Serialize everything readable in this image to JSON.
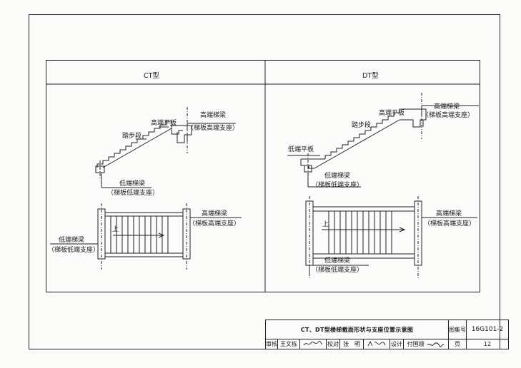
{
  "panels": {
    "left": {
      "title": "CT型",
      "section": {
        "high_platform": "高端平板",
        "high_beam": "高端梯梁",
        "high_support": "（梯板高端支座）",
        "steps": "踏步段",
        "low_beam": "低端梯梁",
        "low_support": "（梯板低端支座）"
      },
      "plan": {
        "high_beam": "高端梯梁",
        "high_support": "（梯板高端支座）",
        "low_beam": "低端梯梁",
        "low_support": "（梯板低端支座）",
        "up": "上"
      }
    },
    "right": {
      "title": "DT型",
      "section": {
        "high_platform": "高端平板",
        "high_beam": "高端梯梁",
        "high_support": "（梯板高端支座）",
        "steps": "踏步段",
        "low_platform": "低端平板",
        "low_beam": "低端梯梁",
        "low_support": "（梯板低端支座）"
      },
      "plan": {
        "high_beam": "高端梯梁",
        "high_support": "（梯板高端支座）",
        "low_beam": "低端梯梁",
        "low_support": "（梯板低端支座）",
        "up": "上"
      }
    }
  },
  "title_block": {
    "title": "CT、DT型楼梯截面形状与支座位置示意图",
    "atlas_label": "图集号",
    "atlas_no": "16G101-2",
    "review_label": "审核",
    "review_name": "王文栋",
    "check_label": "校对",
    "check_name": "张　明",
    "design_label": "设计",
    "design_name": "付国顺",
    "page_label": "页",
    "page_no": "12"
  }
}
